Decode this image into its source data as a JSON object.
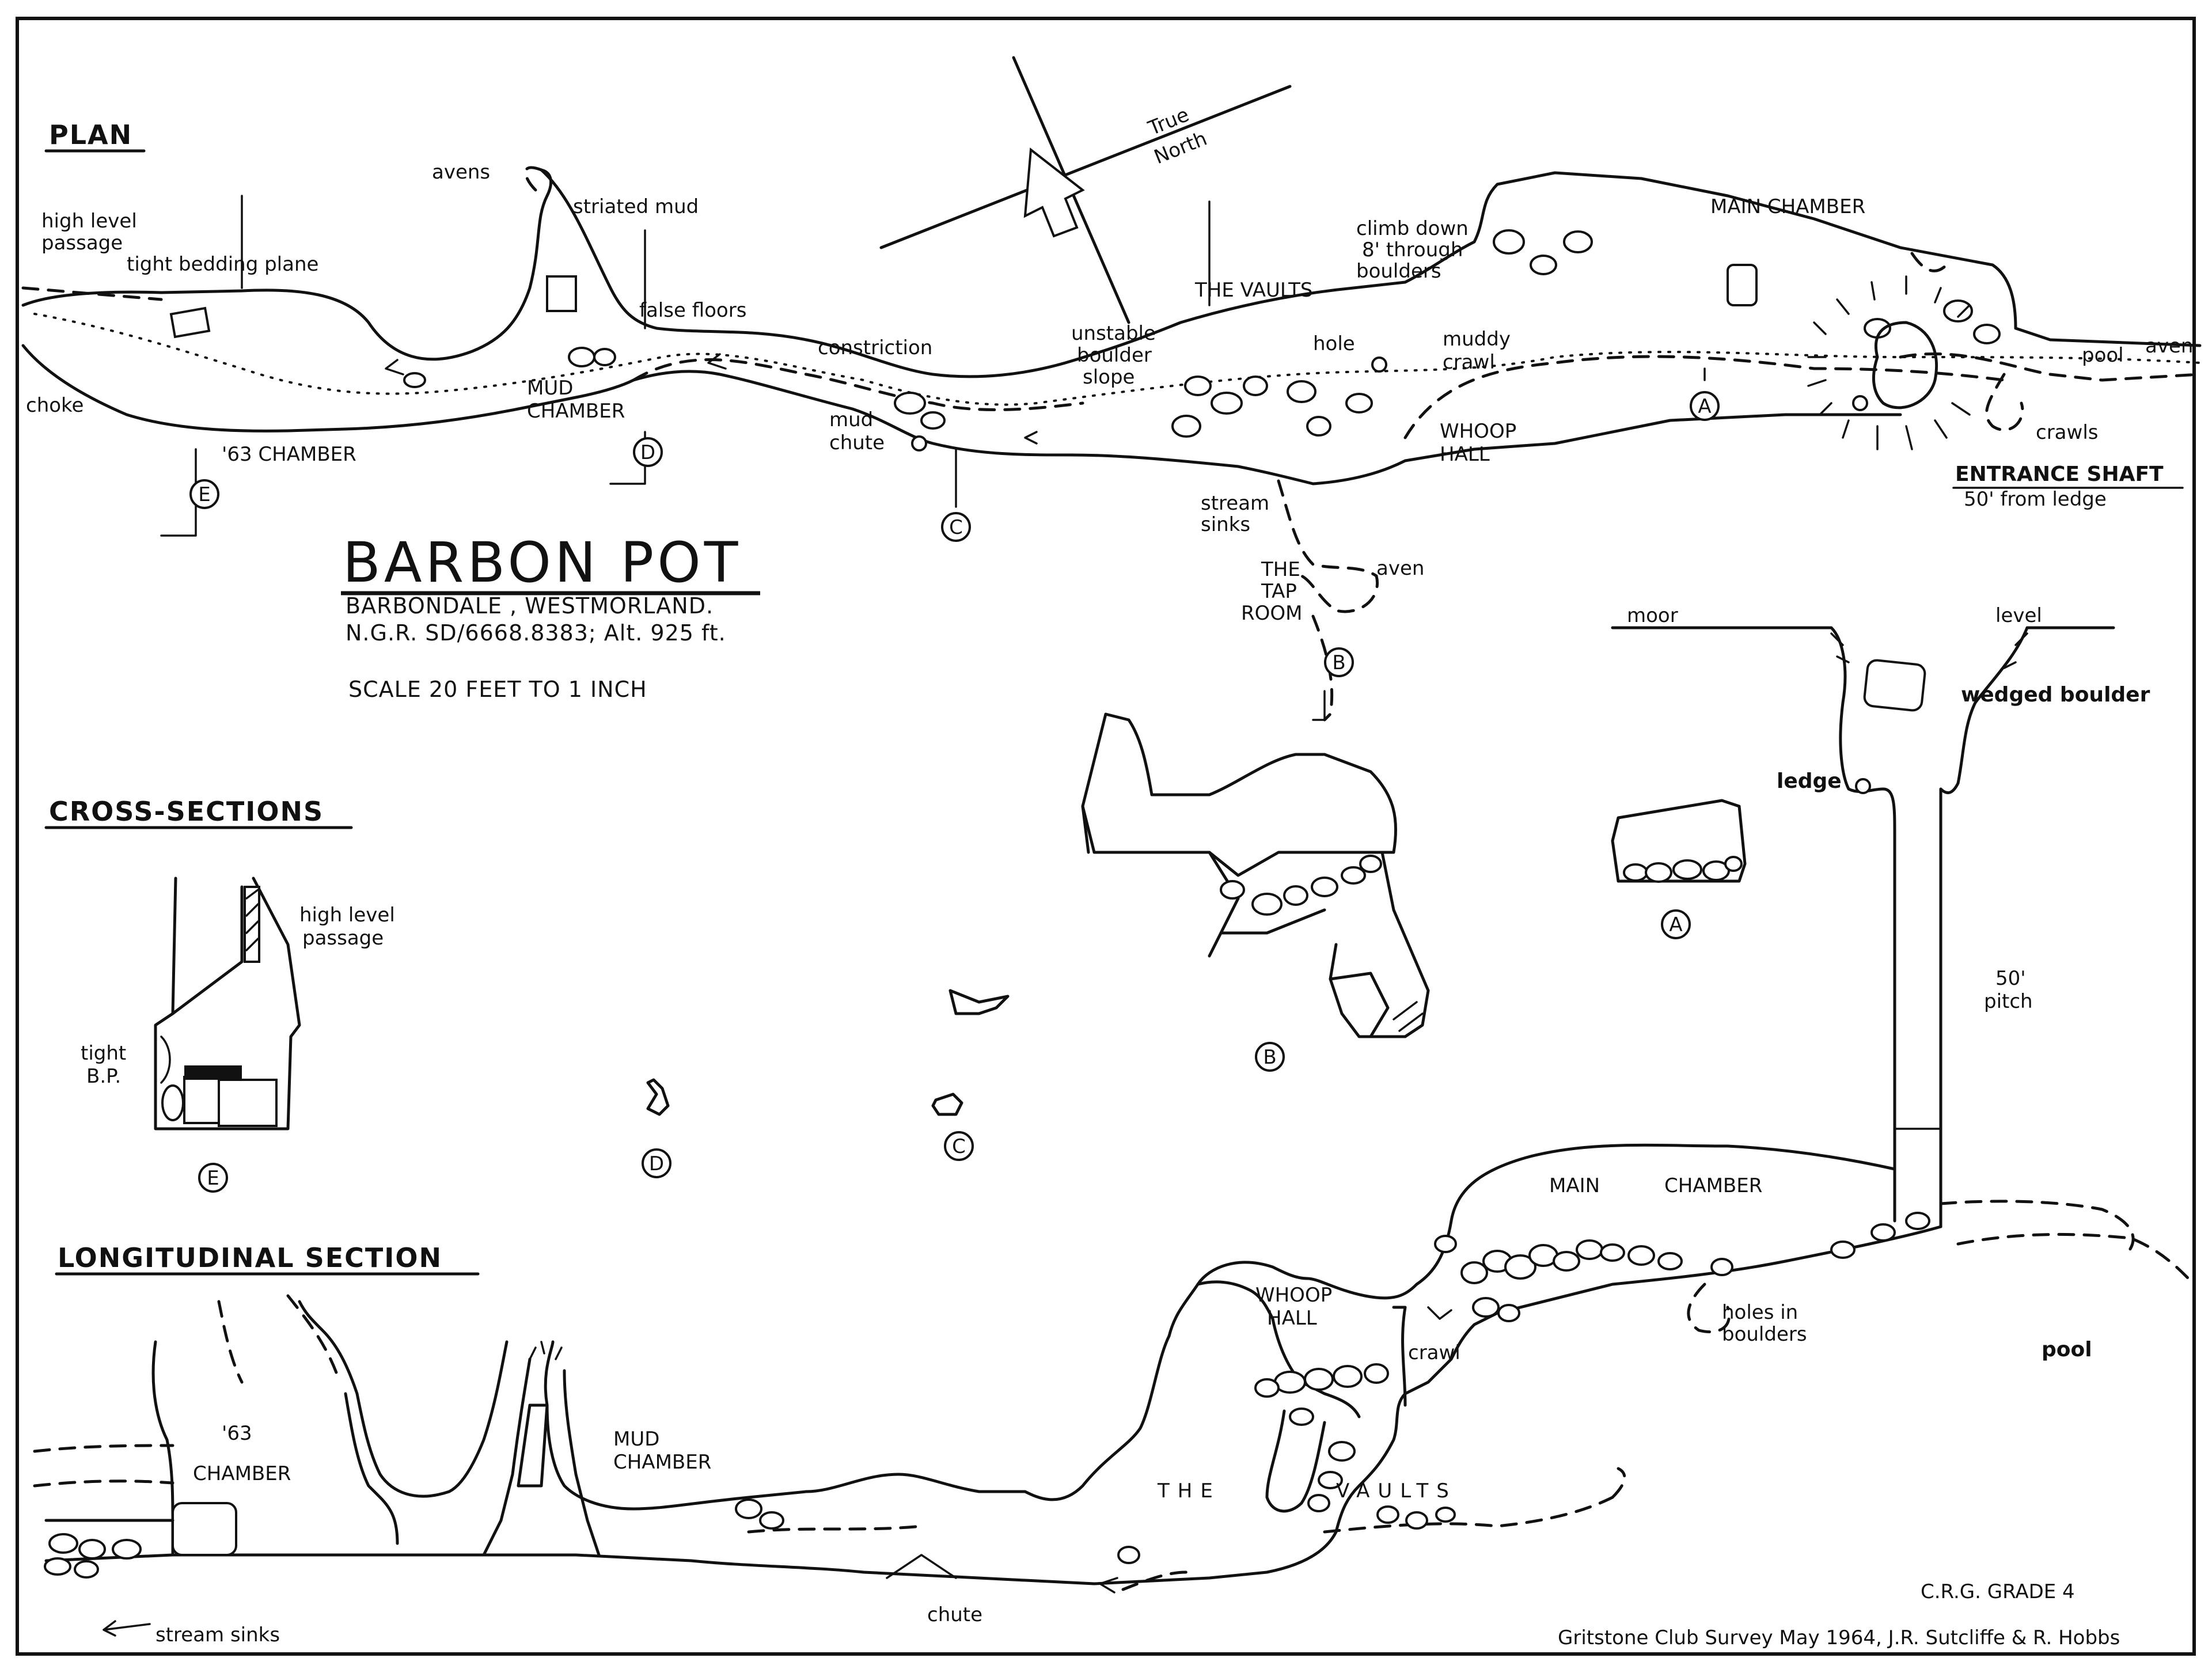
{
  "survey": {
    "title": "BARBON POT",
    "location": "BARBONDALE , WESTMORLAND.",
    "ngr": "N.G.R. SD/6668.8383;  Alt. 925 ft.",
    "scale": "SCALE  20  FEET  TO   1   INCH",
    "grade": "C.R.G. GRADE 4",
    "credit": "Gritstone Club Survey  May 1964, J.R. Sutcliffe & R. Hobbs"
  },
  "headings": {
    "plan": "PLAN",
    "cross_sections": "CROSS-SECTIONS",
    "longitudinal": "LONGITUDINAL  SECTION"
  },
  "north": {
    "line1": "True",
    "line2": "North"
  },
  "plan": {
    "avens": "avens",
    "striated_mud": "striated mud",
    "high_level_1": "high level",
    "high_level_2": "passage",
    "tight_bedding": "tight bedding plane",
    "choke": "choke",
    "false_floors": "false floors",
    "constriction": "constriction",
    "mud_chamber_1": "MUD",
    "mud_chamber_2": "CHAMBER",
    "chamber_63": "'63 CHAMBER",
    "mud_chute_1": "mud",
    "mud_chute_2": "chute",
    "unstable_1": "unstable",
    "unstable_2": "boulder",
    "unstable_3": "slope",
    "vaults": "THE  VAULTS",
    "hole": "hole",
    "climb_1": "climb down",
    "climb_2": "8' through",
    "climb_3": "boulders",
    "muddy_1": "muddy",
    "muddy_2": "crawl",
    "whoop_1": "WHOOP",
    "whoop_2": "HALL",
    "main_chamber": "MAIN CHAMBER",
    "pool": "pool",
    "aven": "aven",
    "crawls": "crawls",
    "entrance": "ENTRANCE SHAFT",
    "entrance_sub": "50' from ledge",
    "stream_1": "stream",
    "stream_2": "sinks",
    "tap_1": "THE",
    "tap_2": "TAP",
    "tap_3": "ROOM",
    "aven2": "aven"
  },
  "markers": {
    "a": "A",
    "b": "B",
    "c": "C",
    "d": "D",
    "e": "E"
  },
  "cross": {
    "high_level_1": "high level",
    "high_level_2": "passage",
    "tight_1": "tight",
    "tight_2": "B.P."
  },
  "shaft": {
    "moor": "moor",
    "level": "level",
    "wedged": "wedged boulder",
    "ledge": "ledge",
    "pitch_1": "50'",
    "pitch_2": "pitch"
  },
  "long": {
    "main_1": "MAIN",
    "main_2": "CHAMBER",
    "holes_1": "holes in",
    "holes_2": "boulders",
    "pool": "pool",
    "whoop_1": "WHOOP",
    "whoop_2": "HALL",
    "crawl": "crawl",
    "vaults_1": "THE",
    "vaults_2": "VAULTS",
    "chamber63_1": "'63",
    "chamber63_2": "CHAMBER",
    "mud_1": "MUD",
    "mud_2": "CHAMBER",
    "chute": "chute",
    "stream_sinks": "stream sinks"
  }
}
